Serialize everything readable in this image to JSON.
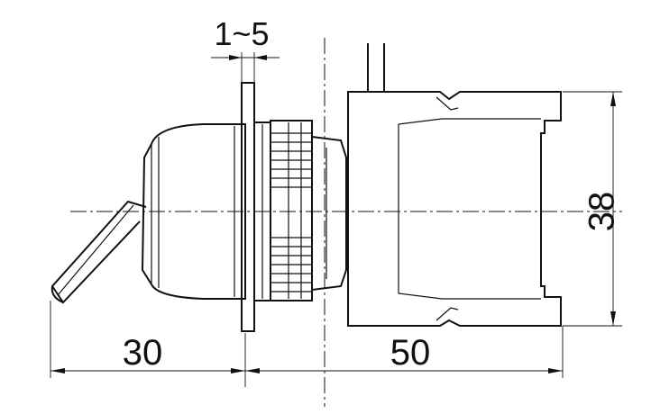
{
  "diagram": {
    "type": "dimensioned side-view technical drawing",
    "dimensions": {
      "panel_thickness": "1~5",
      "front_length": "30",
      "rear_length": "50",
      "body_height": "38"
    },
    "colors": {
      "line": "#111111",
      "background": "#ffffff"
    }
  }
}
